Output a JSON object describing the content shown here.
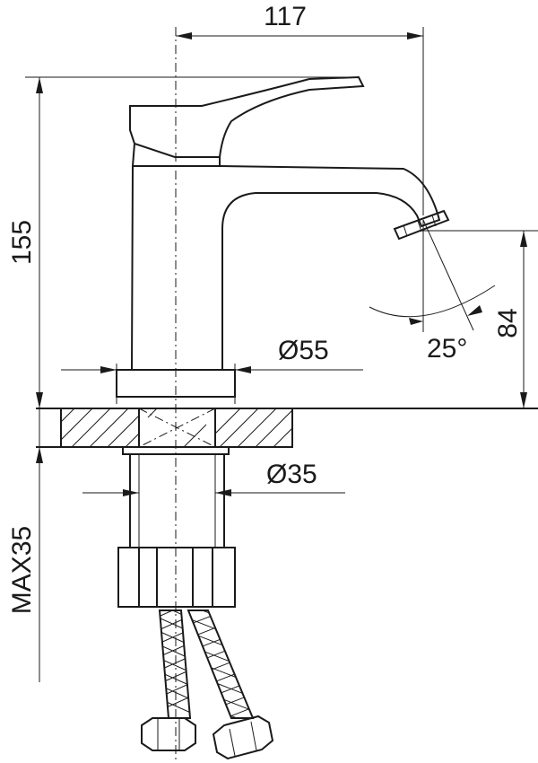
{
  "dimensions": {
    "width_117": "117",
    "height_155": "155",
    "spout_height_84": "84",
    "spout_angle": "25°",
    "base_diameter": "Ø55",
    "shank_diameter": "Ø35",
    "max_thickness": "MAX35"
  }
}
